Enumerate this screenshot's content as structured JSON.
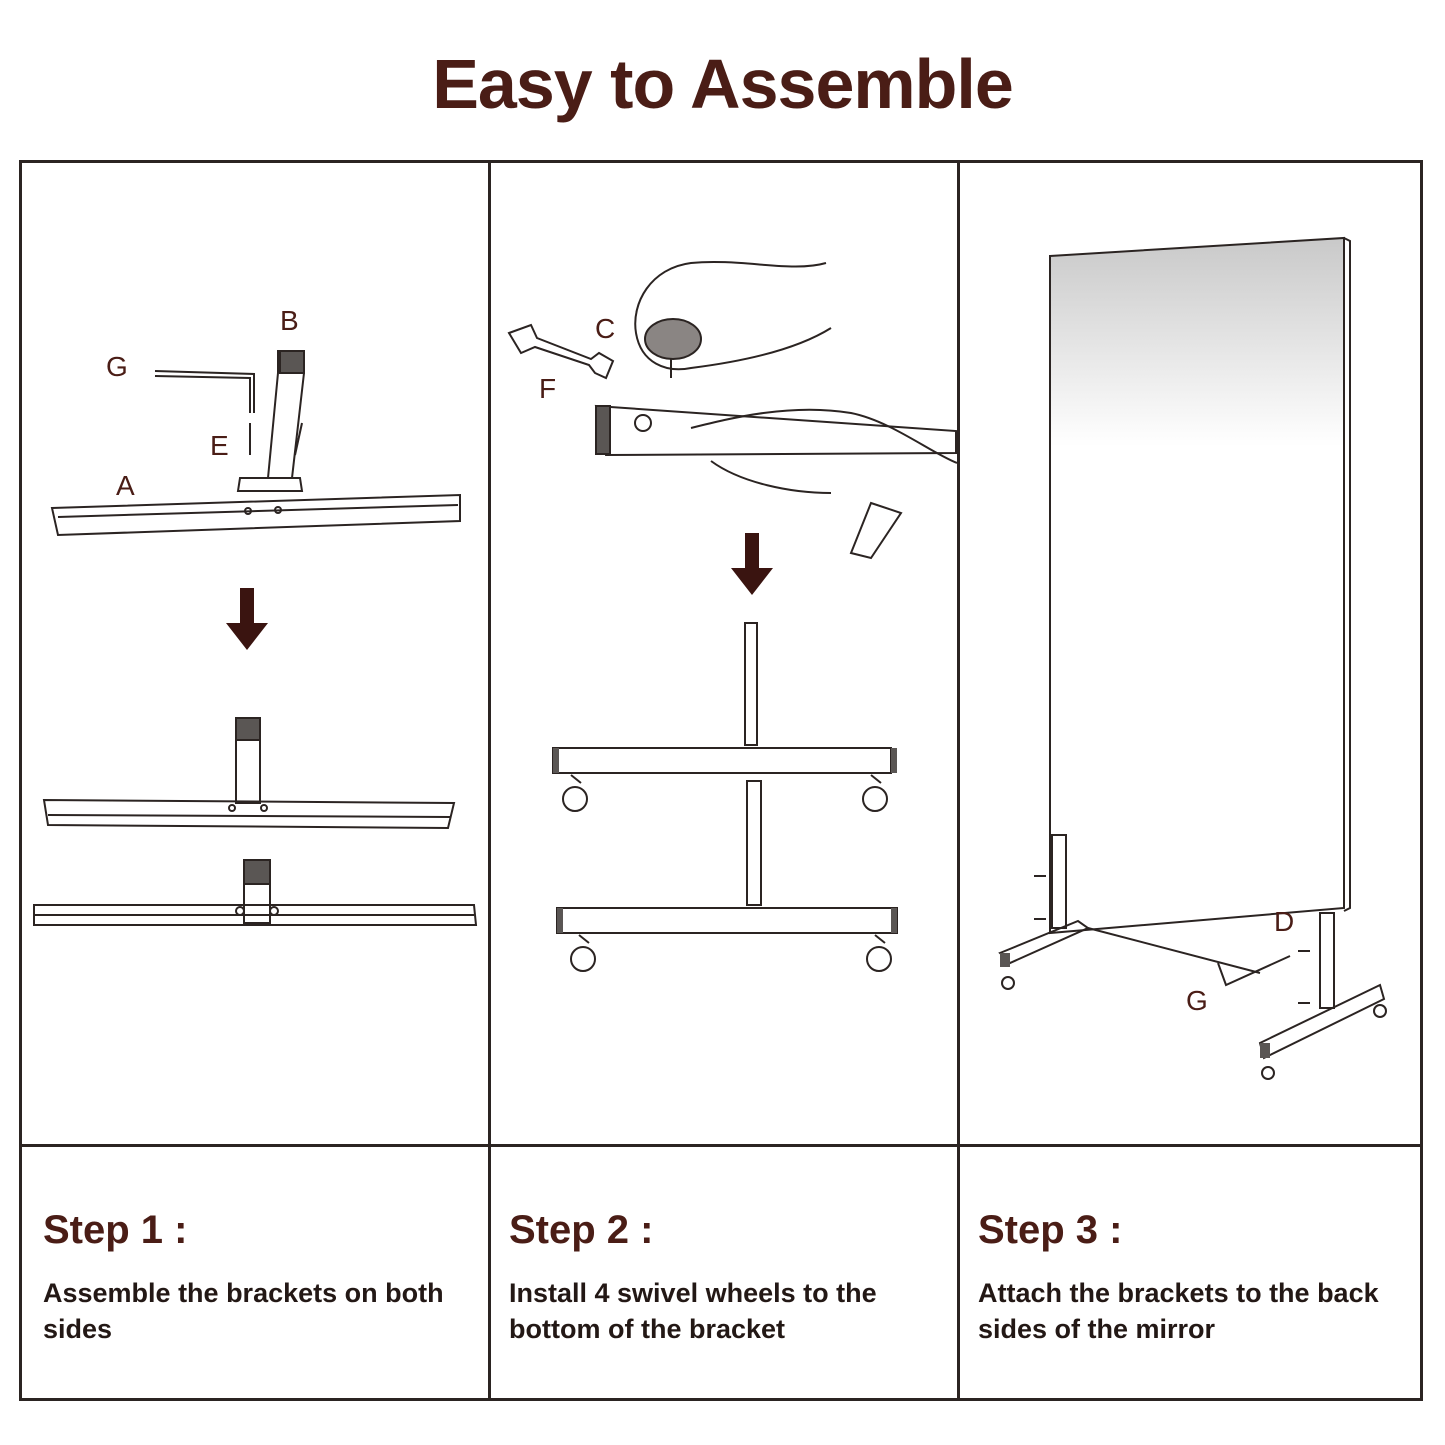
{
  "title": "Easy to Assemble",
  "colors": {
    "title": "#4a1d16",
    "border": "#2b2422",
    "part": "#2b2422",
    "cap": "#5a5654",
    "arrow": "#3a1410"
  },
  "steps": [
    {
      "title": "Step 1 :",
      "description": "Assemble the brackets on both sides",
      "labels": {
        "b": "B",
        "g": "G",
        "e": "E",
        "a": "A"
      }
    },
    {
      "title": "Step 2 :",
      "description": "Install 4 swivel wheels to the bottom of the bracket",
      "labels": {
        "c": "C",
        "f": "F"
      }
    },
    {
      "title": "Step 3 :",
      "description": "Attach the brackets to the back sides of the mirror",
      "labels": {
        "d": "D",
        "g": "G"
      }
    }
  ]
}
